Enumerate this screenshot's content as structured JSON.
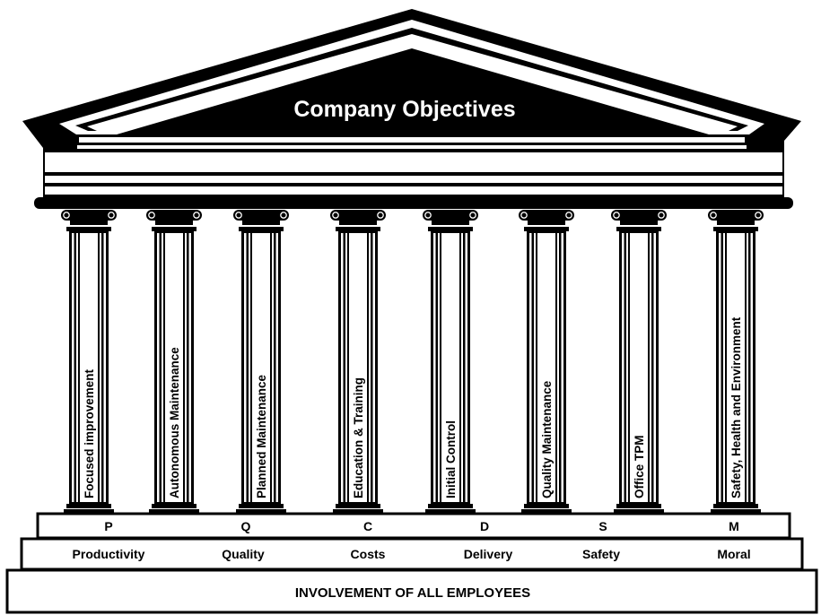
{
  "roof": {
    "title": "Company Objectives"
  },
  "pillars": [
    {
      "label": "Focused improvement"
    },
    {
      "label": "Autonomous Maintenance"
    },
    {
      "label": "Planned Maintenance"
    },
    {
      "label": "Education & Training"
    },
    {
      "label": "Initial Control"
    },
    {
      "label": "Quality Maintenance"
    },
    {
      "label": "Office TPM"
    },
    {
      "label": "Safety, Health and Environment"
    }
  ],
  "objectives": [
    {
      "letter": "P",
      "word": "Productivity"
    },
    {
      "letter": "Q",
      "word": "Quality"
    },
    {
      "letter": "C",
      "word": "Costs"
    },
    {
      "letter": "D",
      "word": "Delivery"
    },
    {
      "letter": "S",
      "word": "Safety"
    },
    {
      "letter": "M",
      "word": "Moral"
    }
  ],
  "foundation": {
    "label": "INVOLVEMENT OF ALL EMPLOYEES"
  },
  "colors": {
    "ink": "#000000",
    "paper": "#ffffff",
    "gap": "#d8d8d8"
  }
}
